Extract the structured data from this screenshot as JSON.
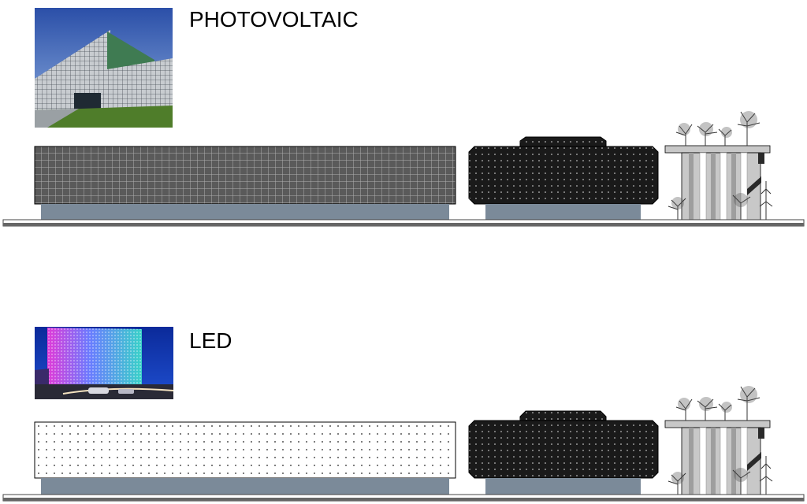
{
  "sections": [
    {
      "title": "PHOTOVOLTAIC",
      "photo_kind": "photovoltaic-building-photo",
      "panel_finish": "pv-grid",
      "colors": {
        "panel_fill": "#5a5a5a",
        "panel_grid": "#b0b0b0",
        "sky_top": "#2b4fa8",
        "sky_bottom": "#8fb0e0",
        "grass": "#4f7d2a",
        "facade": "#c8ccd0",
        "green_volume": "#3f7b52"
      }
    },
    {
      "title": "LED",
      "photo_kind": "led-facade-night-photo",
      "panel_finish": "led-dots",
      "colors": {
        "panel_fill": "#ffffff",
        "panel_grid": "#222222",
        "sky_top": "#0b2a9a",
        "sky_bottom": "#1f4fd0",
        "glow_a": "#e03ad8",
        "glow_b": "#39d2c8",
        "glow_c": "#6a7cff"
      }
    }
  ],
  "colors": {
    "base": "#7b8a99",
    "ground": "#666666",
    "dark_panel": "#1a1a1a",
    "tower_light": "#c8c8c8",
    "tower_mid": "#9e9e9e",
    "tower_dark": "#2a2a2a"
  }
}
